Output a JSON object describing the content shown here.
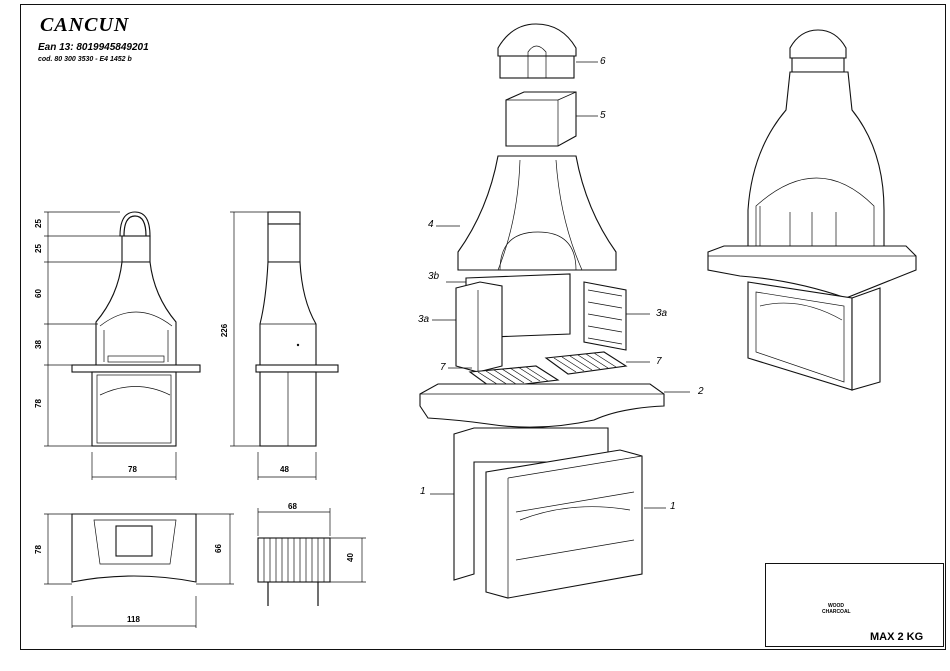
{
  "title": "CANCUN",
  "ean": "Ean 13:  8019945849201",
  "cod": "cod. 80 300 3530 - E4 1452 b",
  "front_dims": [
    "25",
    "25",
    "60",
    "38",
    "78"
  ],
  "front_width": "78",
  "side_height": "226",
  "side_depth": "48",
  "top_depth": "78",
  "top_width": "118",
  "top_inner": "66",
  "grill_width": "68",
  "grill_height": "40",
  "parts": {
    "p6": "6",
    "p5": "5",
    "p4": "4",
    "p3b": "3b",
    "p3a_left": "3a",
    "p3a_right": "3a",
    "p7_left": "7",
    "p7_right": "7",
    "p2": "2",
    "p1_left": "1",
    "p1_right": "1"
  },
  "warning": {
    "bag_label_top": "WOOD",
    "bag_label_bottom": "CHARCOAL",
    "max_load": "MAX 2 KG"
  }
}
